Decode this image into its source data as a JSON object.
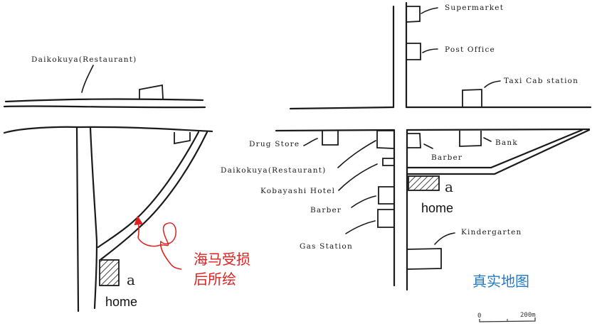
{
  "left_map": {
    "caption_lines": [
      "海马受损",
      "后所绘"
    ],
    "caption_color": "#e02020",
    "labels": {
      "restaurant": "Daikokuya(Restaurant)",
      "home_letter": "a",
      "home": "home"
    }
  },
  "right_map": {
    "caption": "真实地图",
    "caption_color": "#2478c8",
    "labels": {
      "supermarket": "Supermarket",
      "post_office": "Post Office",
      "taxi": "Taxi Cab station",
      "drug_store": "Drug Store",
      "restaurant": "Daikokuya(Restaurant)",
      "hotel": "Kobayashi Hotel",
      "barber_left": "Barber",
      "gas_station": "Gas Station",
      "barber_right": "Barber",
      "bank": "Bank",
      "home_letter": "a",
      "home": "home",
      "kindergarten": "Kindergarten"
    },
    "scale_bar": {
      "start_label": "0",
      "end_label": "200m"
    }
  }
}
